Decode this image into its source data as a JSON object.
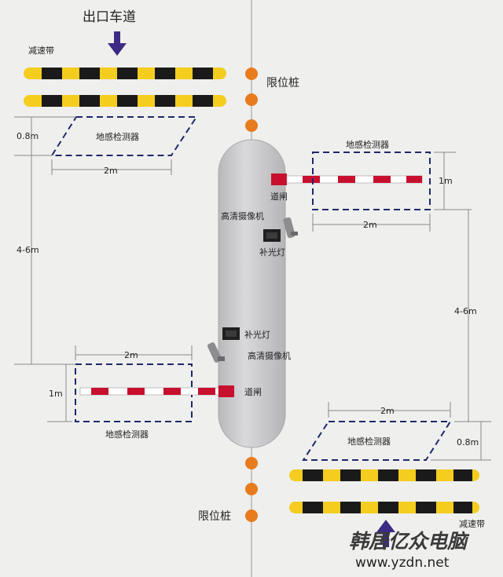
{
  "title_exit_lane": "出口车道",
  "speed_bump": "减速带",
  "limit_post": "限位桩",
  "loop_detector": "地感检测器",
  "barrier_gate": "道闸",
  "hd_camera": "高清摄像机",
  "fill_light": "补光灯",
  "dim_08m": "0.8m",
  "dim_2m": "2m",
  "dim_1m": "1m",
  "dim_4_6m": "4-6m",
  "watermark_cn": "韩居亿众电脑",
  "watermark_url": "www.yzdn.net",
  "colors": {
    "bump_yellow": "#f4cd1f",
    "bump_black": "#1a1a1a",
    "post_orange": "#e87b1e",
    "gate_red": "#c8102e",
    "arrow_purple": "#3d2a84",
    "dashed_navy": "#1e2a6b",
    "island_grey": "#c9c9cb"
  },
  "icons": [
    "down-arrow-icon",
    "up-arrow-icon",
    "camera-icon",
    "fill-light-icon"
  ]
}
